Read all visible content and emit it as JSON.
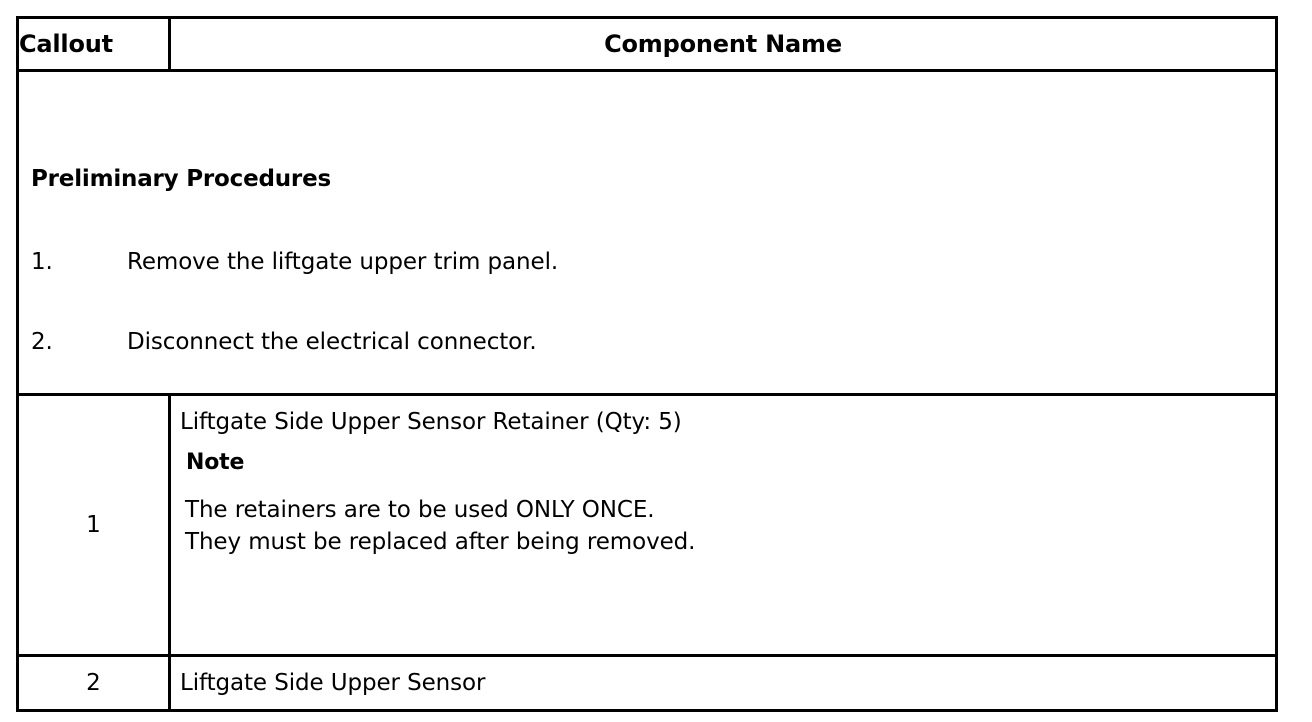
{
  "table": {
    "headers": {
      "callout": "Callout",
      "component_name": "Component Name"
    },
    "preliminary": {
      "title": "Preliminary Procedures",
      "steps": [
        {
          "number": "1.",
          "text": "Remove the liftgate upper trim panel."
        },
        {
          "number": "2.",
          "text": "Disconnect the electrical connector."
        }
      ]
    },
    "rows": [
      {
        "callout": "1",
        "component_name": "Liftgate Side Upper Sensor Retainer (Qty: 5)",
        "note_label": "Note",
        "note_line_1": "The retainers are to be used ONLY ONCE.",
        "note_line_2": "They must be replaced after being removed."
      },
      {
        "callout": "2",
        "component_name": "Liftgate Side Upper Sensor"
      }
    ]
  },
  "colors": {
    "border": "#000000",
    "text": "#000000",
    "background": "#ffffff"
  }
}
